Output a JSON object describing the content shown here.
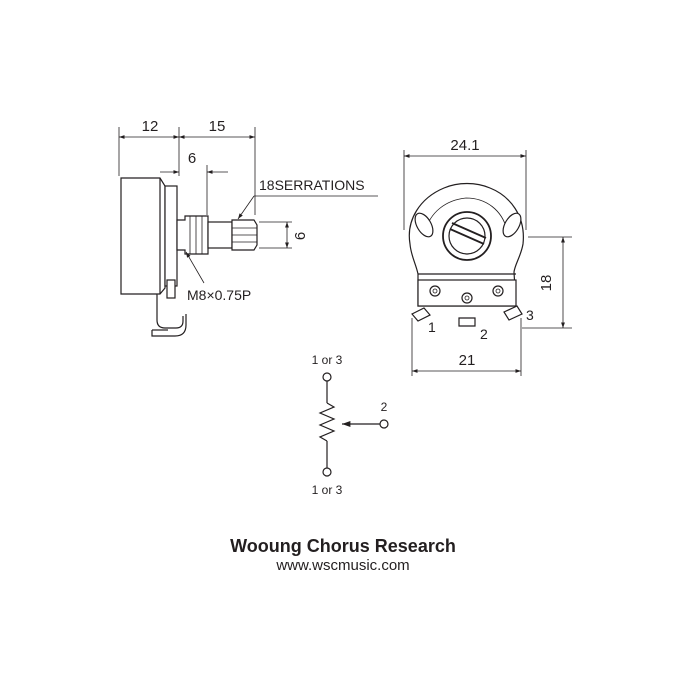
{
  "side_view": {
    "dim_body_depth": "12",
    "dim_shaft_length": "15",
    "dim_serration_length": "6",
    "dim_shaft_diameter": "6",
    "serrations_note": "18SERRATIONS",
    "thread_note": "M8×0.75P"
  },
  "front_view": {
    "dim_width": "24.1",
    "dim_height": "18",
    "dim_pin_span": "21",
    "pin_1": "1",
    "pin_2": "2",
    "pin_3": "3"
  },
  "schematic": {
    "top_terminal": "1 or 3",
    "wiper_terminal": "2",
    "bottom_terminal": "1 or 3"
  },
  "footer": {
    "company": "Wooung Chorus Research",
    "website": "www.wscmusic.com"
  },
  "colors": {
    "ink": "#231f20",
    "background": "#ffffff"
  }
}
